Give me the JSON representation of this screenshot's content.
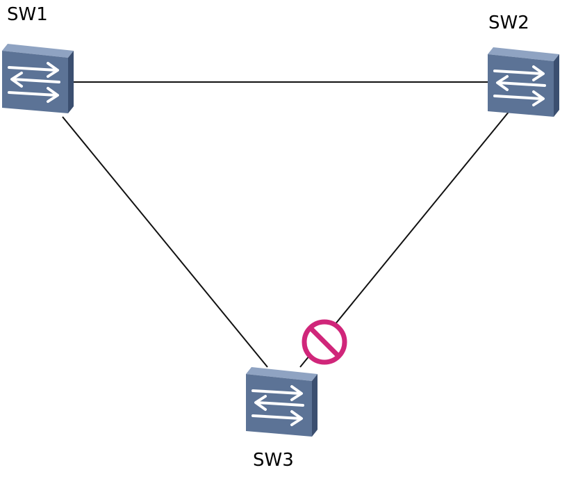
{
  "colors": {
    "link": "#111111",
    "switch_front": "#5c7396",
    "switch_top": "#8fa3c2",
    "switch_side": "#3b4f70",
    "arrow": "#ffffff",
    "blocked": "#d0267a"
  },
  "nodes": [
    {
      "id": "sw1",
      "label": "SW1",
      "icon": "network-switch-icon"
    },
    {
      "id": "sw2",
      "label": "SW2",
      "icon": "network-switch-icon"
    },
    {
      "id": "sw3",
      "label": "SW3",
      "icon": "network-switch-icon"
    }
  ],
  "links": [
    {
      "from": "sw1",
      "to": "sw2",
      "blocked": false
    },
    {
      "from": "sw1",
      "to": "sw3",
      "blocked": false
    },
    {
      "from": "sw2",
      "to": "sw3",
      "blocked": true,
      "marker_icon": "blocked-port-icon"
    }
  ]
}
